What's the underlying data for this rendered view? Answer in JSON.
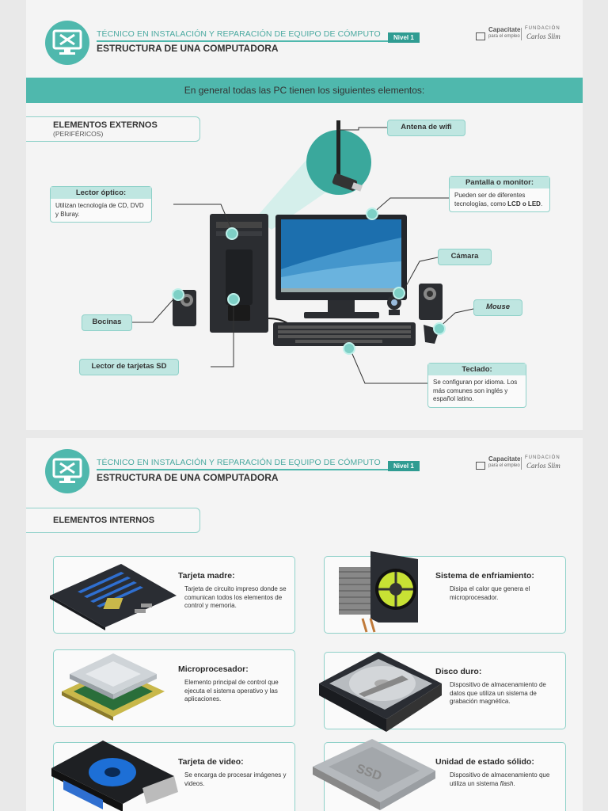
{
  "header": {
    "subtitle": "TÉCNICO EN INSTALACIÓN Y REPARACIÓN DE EQUIPO DE CÓMPUTO",
    "title": "ESTRUCTURA DE UNA COMPUTADORA",
    "level": "Nivel 1",
    "brand_capacitate": "Capacitate",
    "brand_capacitate_sub": "para el empleo",
    "brand_fundacion": "FUNDACIÓN",
    "brand_carlos": "Carlos Slim"
  },
  "page1": {
    "banner": "En general todas las PC tienen los siguientes elementos:",
    "section_title": "ELEMENTOS EXTERNOS",
    "section_sub": "(PERIFÉRICOS)",
    "antena": "Antena de wifi",
    "lector_optico": {
      "title": "Lector óptico:",
      "desc": "Utilizan tecnología de CD, DVD y Bluray."
    },
    "pantalla": {
      "title": "Pantalla o monitor:",
      "desc_a": "Pueden ser de diferentes tecnologías, como ",
      "desc_b": "LCD o LED",
      "desc_c": "."
    },
    "camara": "Cámara",
    "bocinas": "Bocinas",
    "mouse": "Mouse",
    "lector_sd": "Lector de tarjetas SD",
    "teclado": {
      "title": "Teclado:",
      "desc": "Se configuran por idioma. Los más comunes son inglés y español latino."
    }
  },
  "page2": {
    "section_title": "ELEMENTOS INTERNOS",
    "cards": [
      {
        "title": "Tarjeta madre:",
        "desc": "Tarjeta de circuito impreso donde se comunican todos los elementos de control y memoria."
      },
      {
        "title": "Sistema de enfriamiento:",
        "desc": "Disipa el calor que genera el microprocesador."
      },
      {
        "title": "Microprocesador:",
        "desc": "Elemento principal de control que ejecuta el sistema operativo y las aplicaciones."
      },
      {
        "title": "Disco duro:",
        "desc": "Dispositivo de almacenamiento de datos que utiliza un sistema de grabación magnética."
      },
      {
        "title": "Tarjeta de video:",
        "desc": "Se encarga de procesar imágenes y videos."
      },
      {
        "title": "Unidad de estado sólido:",
        "desc_a": "Dispositivo de almacenamiento que utiliza un sistema ",
        "desc_b": "flash",
        "desc_c": "."
      }
    ]
  },
  "colors": {
    "teal": "#4fb8ad",
    "teal_light": "#bfe6e1",
    "border": "#8fd1c9",
    "dark_teal": "#2f9c92"
  }
}
